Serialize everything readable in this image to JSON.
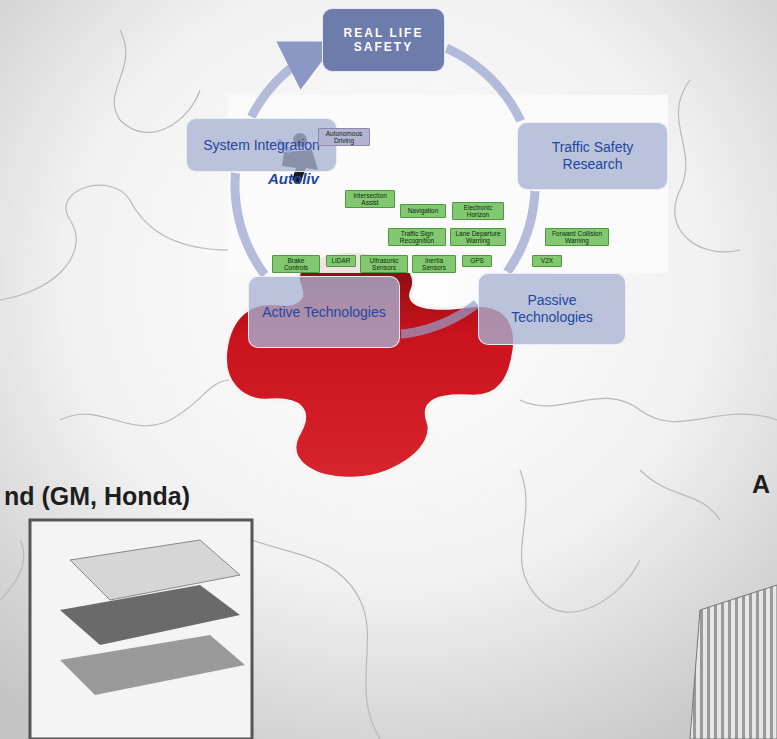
{
  "diagram": {
    "nodes": [
      {
        "text": [
          "REAL LIFE SAFETY"
        ]
      },
      {
        "text": [
          "System Integration"
        ]
      },
      {
        "text": [
          "Traffic Safety Research"
        ]
      },
      {
        "text": [
          "Active Technologies"
        ]
      },
      {
        "text": [
          "Passive Technologies"
        ]
      },
      {
        "text": [
          "Autonomous Driving"
        ]
      },
      {
        "text": [
          "Intersection Assist"
        ]
      },
      {
        "text": [
          "Navigation"
        ]
      },
      {
        "text": [
          "Electronic Horizon"
        ]
      },
      {
        "text": [
          "Traffic Sign Recognition"
        ]
      },
      {
        "text": [
          "Lane Departure Warning"
        ]
      },
      {
        "text": [
          "Forward Collision Warning"
        ]
      },
      {
        "text": [
          "Brake Controls"
        ]
      },
      {
        "text": [
          "LIDAR"
        ]
      },
      {
        "text": [
          "Ultrasonic Sensors"
        ]
      },
      {
        "text": [
          "Inertia Sensors"
        ]
      },
      {
        "text": [
          "GPS"
        ]
      },
      {
        "text": [
          "V2X"
        ]
      }
    ],
    "edges": [
      {
        "from": 0,
        "to": 2,
        "arrow": "none"
      },
      {
        "from": 2,
        "to": 4,
        "arrow": "none"
      },
      {
        "from": 4,
        "to": 3,
        "arrow": "none"
      },
      {
        "from": 3,
        "to": 1,
        "arrow": "none"
      },
      {
        "from": 1,
        "to": 0,
        "arrow": "to"
      }
    ],
    "labels": [
      "Autoliv",
      "nd (GM, Honda)",
      "A"
    ]
  }
}
